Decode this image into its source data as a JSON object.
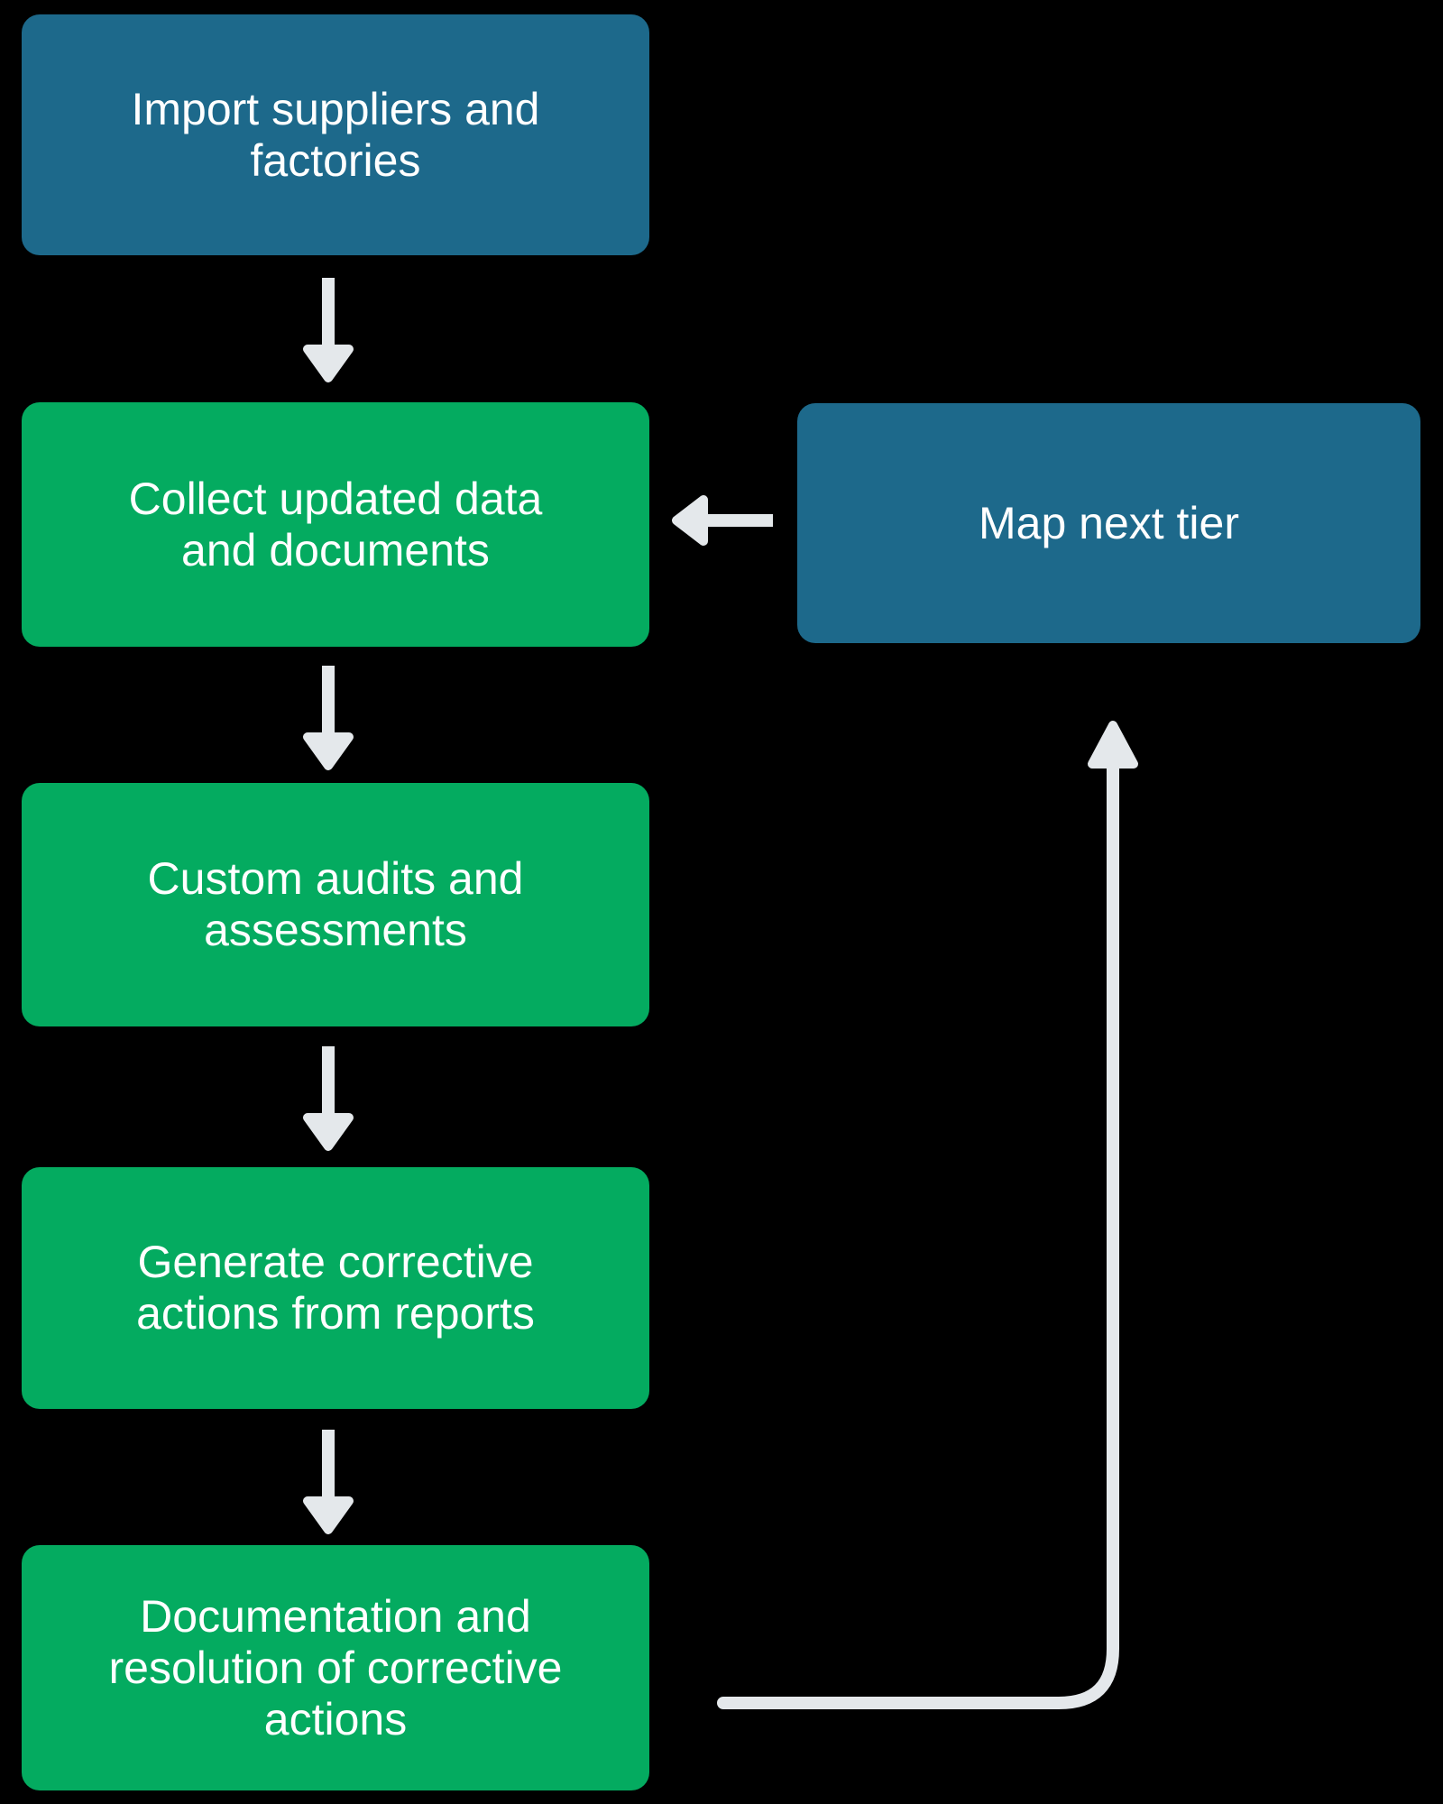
{
  "diagram": {
    "background_color": "#000000",
    "colors": {
      "blue_node": "#1D698B",
      "green_node": "#04AB60",
      "arrow": "#E4E8EB",
      "node_text": "#FFFFFF"
    },
    "nodes": {
      "import": {
        "label": "Import suppliers and\nfactories",
        "color": "blue"
      },
      "collect": {
        "label": "Collect updated data\nand documents",
        "color": "green"
      },
      "map_next_tier": {
        "label": "Map next tier",
        "color": "blue"
      },
      "audits": {
        "label": "Custom audits and\nassessments",
        "color": "green"
      },
      "corrective": {
        "label": "Generate corrective\nactions from reports",
        "color": "green"
      },
      "documentation": {
        "label": "Documentation and\nresolution of corrective\nactions",
        "color": "green"
      }
    },
    "edges": [
      {
        "from": "import",
        "to": "collect",
        "style": "arrow-down"
      },
      {
        "from": "collect",
        "to": "audits",
        "style": "arrow-down"
      },
      {
        "from": "audits",
        "to": "corrective",
        "style": "arrow-down"
      },
      {
        "from": "corrective",
        "to": "documentation",
        "style": "arrow-down"
      },
      {
        "from": "map_next_tier",
        "to": "collect",
        "style": "arrow-left"
      },
      {
        "from": "documentation",
        "to": "map_next_tier",
        "style": "elbow-arrow-up"
      }
    ]
  }
}
